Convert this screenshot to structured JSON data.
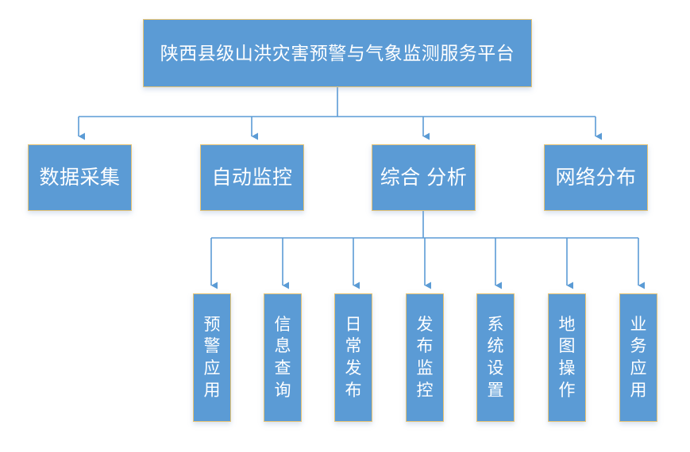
{
  "diagram": {
    "type": "organizational-tree",
    "title_node": {
      "id": "root",
      "label": "陕西县级山洪灾害预警与气象监测服务平台"
    },
    "level2": [
      {
        "id": "l2-0",
        "label": "数据采集"
      },
      {
        "id": "l2-1",
        "label": "自动监控"
      },
      {
        "id": "l2-2",
        "label": "综合 分析"
      },
      {
        "id": "l2-3",
        "label": "网络分布"
      }
    ],
    "level3": [
      {
        "id": "l3-0",
        "label": "预\n警\n应\n用"
      },
      {
        "id": "l3-1",
        "label": "信\n息\n查\n询"
      },
      {
        "id": "l3-2",
        "label": "日\n常\n发\n布"
      },
      {
        "id": "l3-3",
        "label": "发\n布\n监\n控"
      },
      {
        "id": "l3-4",
        "label": "系\n统\n设\n置"
      },
      {
        "id": "l3-5",
        "label": "地\n图\n操\n作"
      },
      {
        "id": "l3-6",
        "label": "业\n务\n应\n用"
      }
    ],
    "parent_of_level3": "综合 分析",
    "colors": {
      "node_fill": "#5b9bd5",
      "node_border": "#e8c473",
      "connector": "#5b9bd5",
      "text": "#ffffff",
      "background": "#ffffff"
    }
  }
}
